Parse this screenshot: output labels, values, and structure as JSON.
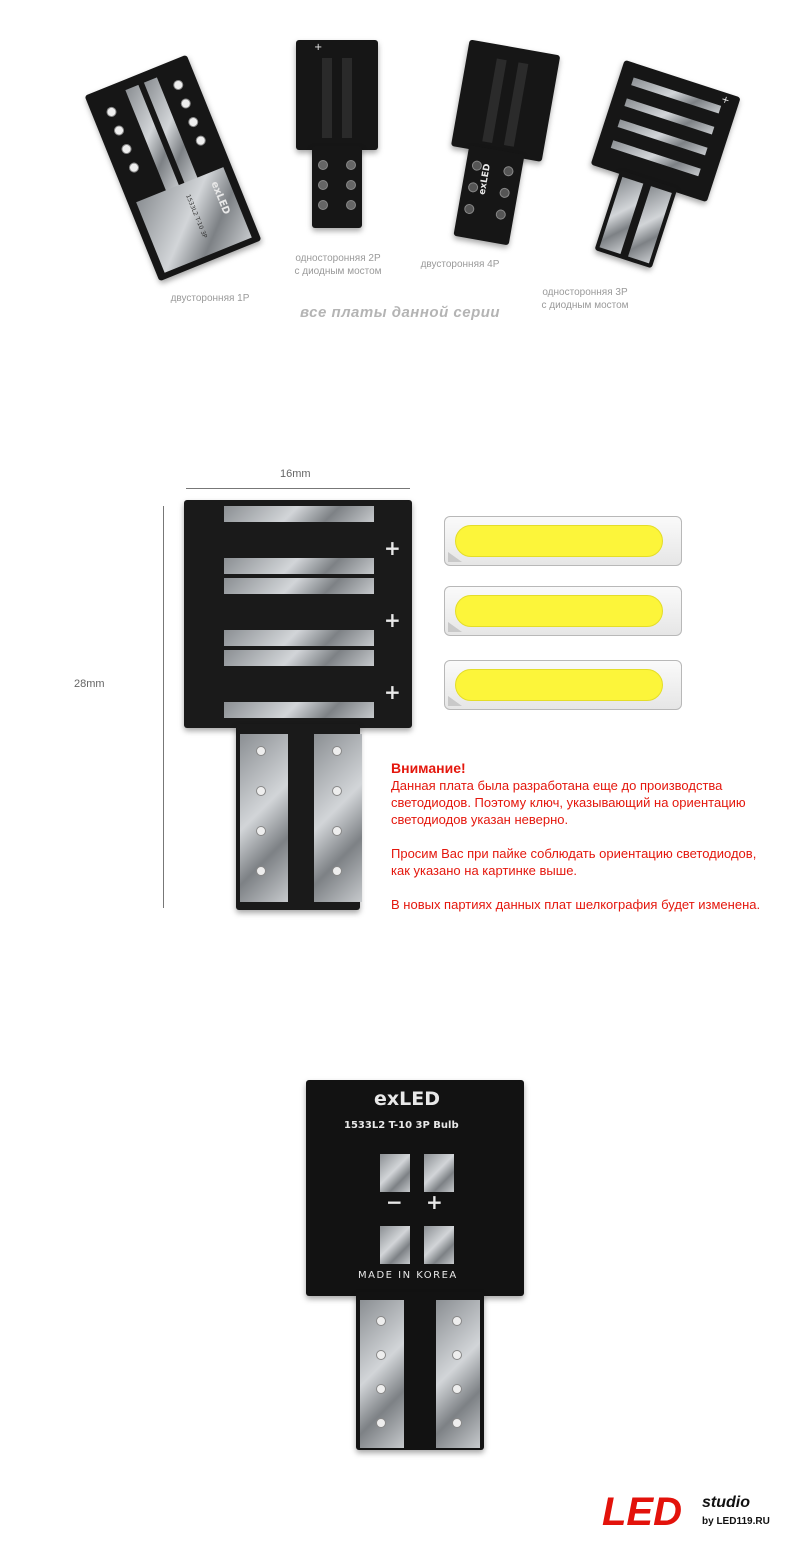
{
  "boards_top": [
    {
      "caption": "двусторонняя 1P"
    },
    {
      "caption_line1": "односторонняя 2P",
      "caption_line2": "с диодным мостом"
    },
    {
      "caption": "двусторонняя 4P"
    },
    {
      "caption_line1": "односторонняя 3P",
      "caption_line2": "с диодным мостом"
    }
  ],
  "series_title": "все платы данной серии",
  "silk_small": {
    "brand": "exLED",
    "code": "1533L2 T-10 3P"
  },
  "dimensions": {
    "width": "16mm",
    "height": "28mm"
  },
  "plus_sign": "+",
  "minus_sign": "−",
  "warning": {
    "title": "Внимание!",
    "p1_line1": "Данная плата была разработана еще до производства",
    "p1_line2": "светодиодов. Поэтому ключ, указывающий на ориентацию",
    "p1_line3": "светодиодов указан неверно.",
    "p2_line1": "Просим Вас при пайке соблюдать  ориентацию светодиодов,",
    "p2_line2": "как указано на картинке выше.",
    "p3": "В новых партиях данных плат шелкография будет изменена."
  },
  "bottom_board": {
    "brand": "exLED",
    "model": "1533L2 T-10 3P Bulb",
    "minus": "−",
    "plus": "+",
    "origin": "MADE IN KOREA"
  },
  "logo": {
    "main": "LED",
    "studio": "studio",
    "by": "by LED119.RU"
  },
  "colors": {
    "warning": "#e4170d",
    "led_yellow": "#fcf53a",
    "board": "#161616",
    "logo_red": "#e3120b"
  }
}
